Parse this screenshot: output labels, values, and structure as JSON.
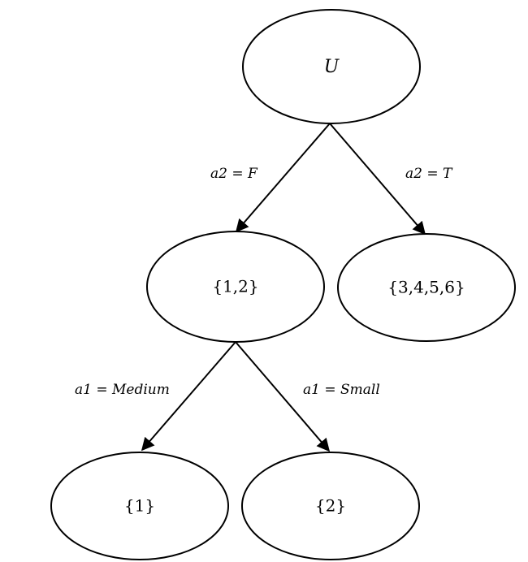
{
  "diagram": {
    "type": "decision-tree",
    "nodes": [
      {
        "id": "root",
        "label": "U",
        "italic": true
      },
      {
        "id": "left",
        "label": "{1,2}"
      },
      {
        "id": "right",
        "label": "{3,4,5,6}"
      },
      {
        "id": "ll",
        "label": "{1}"
      },
      {
        "id": "lr",
        "label": "{2}"
      }
    ],
    "edges": [
      {
        "from": "root",
        "to": "left",
        "label": "a2 = F"
      },
      {
        "from": "root",
        "to": "right",
        "label": "a2 = T"
      },
      {
        "from": "left",
        "to": "ll",
        "label": "a1 = Medium"
      },
      {
        "from": "left",
        "to": "lr",
        "label": "a1 = Small"
      }
    ]
  }
}
